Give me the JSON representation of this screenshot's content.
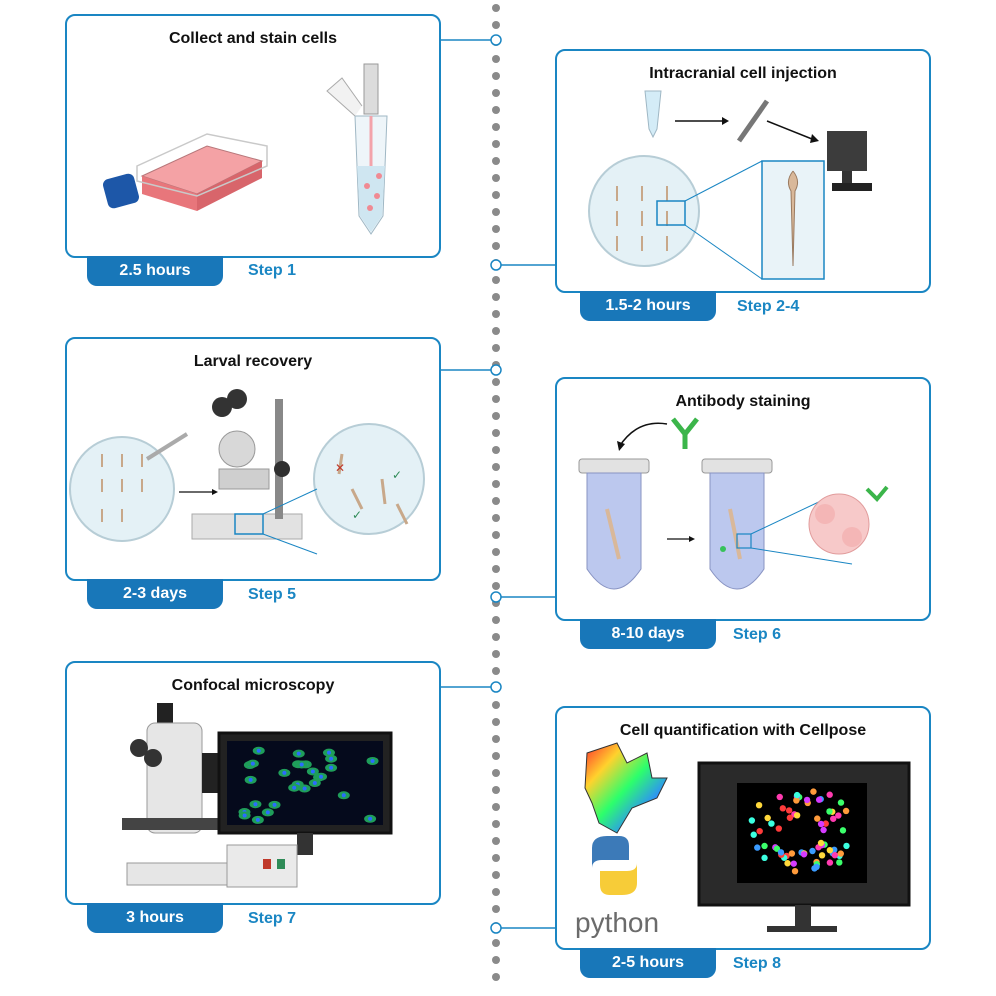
{
  "steps": [
    {
      "title": "Collect and stain cells",
      "duration": "2.5 hours",
      "step": "Step 1"
    },
    {
      "title": "Intracranial cell injection",
      "duration": "1.5-2 hours",
      "step": "Step 2-4"
    },
    {
      "title": "Larval recovery",
      "duration": "2-3 days",
      "step": "Step 5"
    },
    {
      "title": "Antibody staining",
      "duration": "8-10 days",
      "step": "Step 6"
    },
    {
      "title": "Confocal microscopy",
      "duration": "3 hours",
      "step": "Step 7"
    },
    {
      "title": "Cell quantification with Cellpose",
      "duration": "2-5 hours",
      "step": "Step 8"
    }
  ],
  "logo_text": "python",
  "colors": {
    "accent": "#1a86c3",
    "badge": "#1877b9",
    "spine": "#8a8a8a"
  }
}
